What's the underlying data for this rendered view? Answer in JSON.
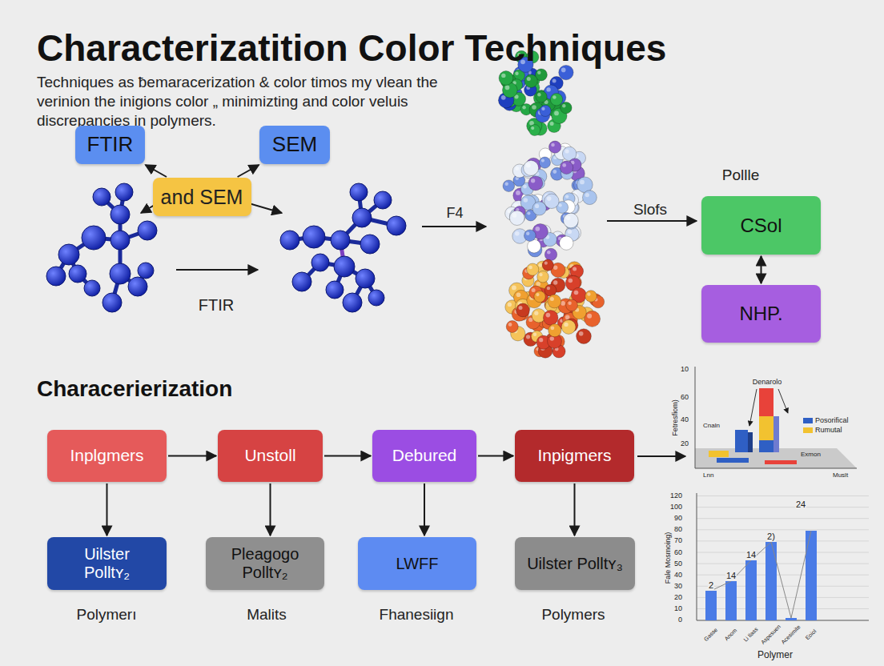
{
  "diagram": {
    "title": "Characterizatition Color Techniques",
    "nodes": [
      {
        "text": [
          "FTIR"
        ]
      },
      {
        "text": [
          "SEM"
        ]
      },
      {
        "text": [
          "and SEM"
        ]
      },
      {
        "text": [
          "CSol"
        ]
      },
      {
        "text": [
          "NHP."
        ]
      },
      {
        "text": [
          "Inplgmers"
        ]
      },
      {
        "text": [
          "Unstoll"
        ]
      },
      {
        "text": [
          "Debured"
        ]
      },
      {
        "text": [
          "Inpigmers"
        ]
      },
      {
        "text": [
          "Uilster Polltʏ₂"
        ]
      },
      {
        "text": [
          "Pleagogo Polltʏ₂"
        ]
      },
      {
        "text": [
          "LWFF"
        ]
      },
      {
        "text": [
          "Uilster Polltʏ₃"
        ]
      }
    ],
    "edges": [
      {
        "from": 2,
        "to": 0,
        "arrow": "to"
      },
      {
        "from": 2,
        "to": 1,
        "arrow": "to"
      },
      {
        "from": 3,
        "to": 4,
        "arrow": "both"
      },
      {
        "from": 5,
        "to": 6,
        "arrow": "to"
      },
      {
        "from": 6,
        "to": 7,
        "arrow": "to"
      },
      {
        "from": 7,
        "to": 8,
        "arrow": "to"
      },
      {
        "from": 5,
        "to": 9,
        "arrow": "to"
      },
      {
        "from": 6,
        "to": 10,
        "arrow": "to"
      },
      {
        "from": 7,
        "to": 11,
        "arrow": "to"
      },
      {
        "from": 8,
        "to": 12,
        "arrow": "to"
      }
    ],
    "labels": [
      "Techniques as ƀemaracerization & color timos my vlean the verinion the inigions color „ minimizting and color veluis discrepancies in polymers.",
      "FTIR",
      "F4",
      "Slofs",
      "Pollle",
      "Characerierization",
      "Polymerı",
      "Malits",
      "Fhanesiign",
      "Polymers",
      "10",
      "60",
      "40",
      "20",
      "Fetresfiom)",
      "Denarolo",
      "Cnaln",
      "Exmon",
      "Lnn",
      "Muslt",
      "120",
      "100",
      "90",
      "80",
      "70",
      "60",
      "50",
      "40",
      "30",
      "20",
      "10",
      "0",
      "Fale Mosmoing)",
      "2",
      "14",
      "14",
      "2)",
      "24",
      "Gasse",
      "Anom",
      "Li Ilass",
      "Aspesuen",
      "Acesimite",
      "Eoiol",
      "Polymer"
    ],
    "legend": [
      {
        "text": "Posorifical",
        "color": "#2f5fc4"
      },
      {
        "text": "Rumutal",
        "color": "#f2c230"
      }
    ]
  }
}
